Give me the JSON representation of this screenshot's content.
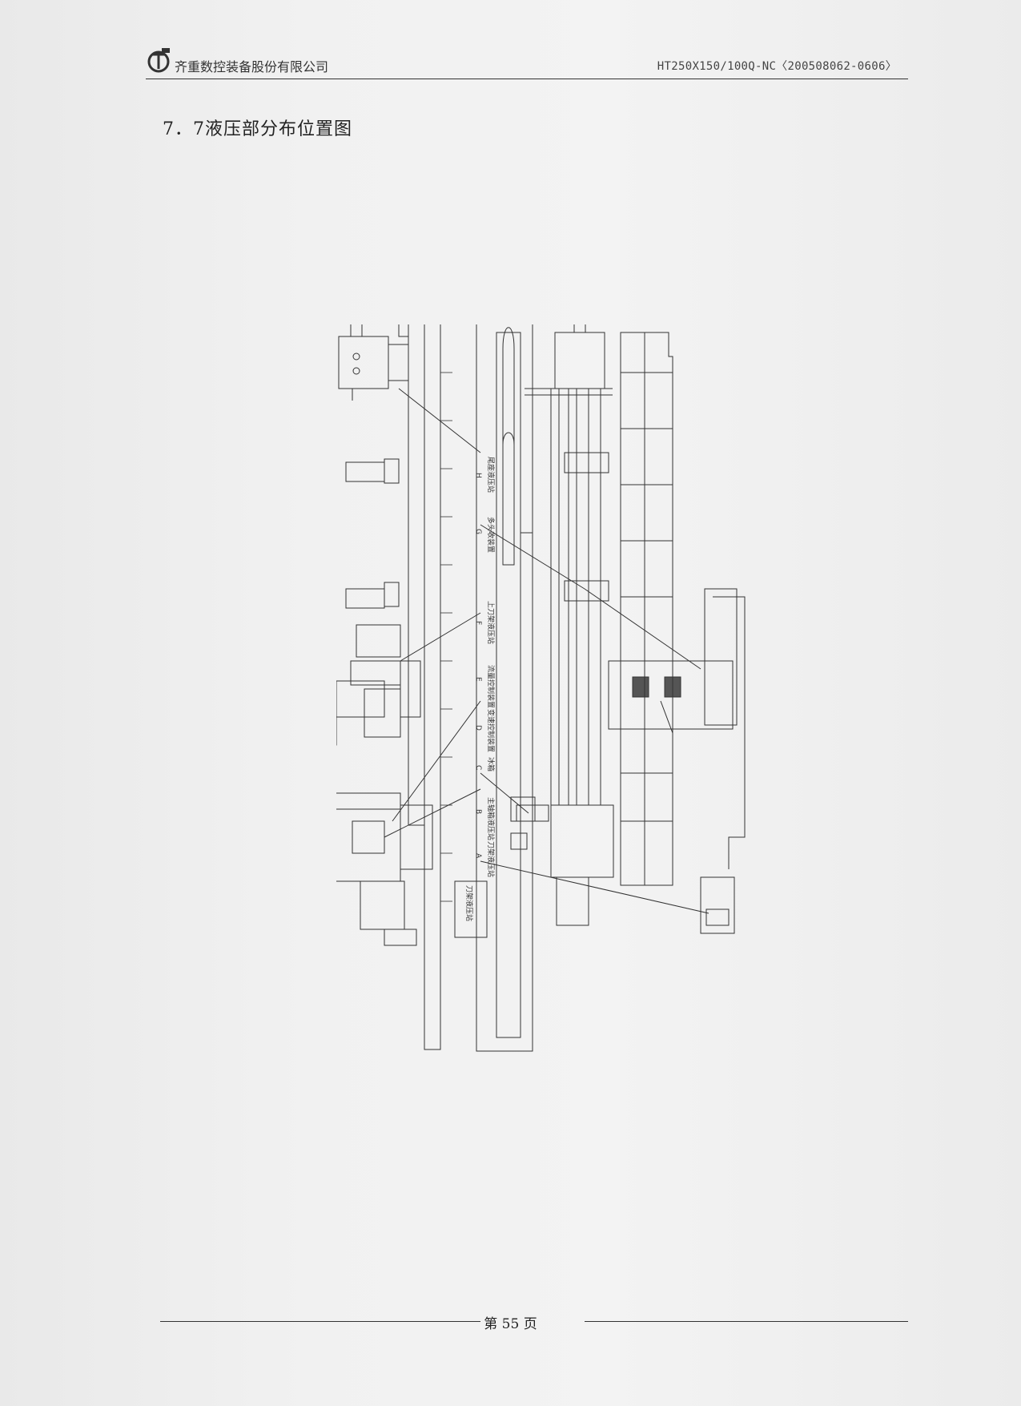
{
  "header": {
    "company": "齐重数控装备股份有限公司",
    "doc_no": "HT250X150/100Q-NC〈200508062-0606〉"
  },
  "section": {
    "title": "7．7液压部分布位置图"
  },
  "drawing": {
    "labels": [
      {
        "letter": "A",
        "text": "刀架液压站"
      },
      {
        "letter": "B",
        "text": "主轴箱液压站"
      },
      {
        "letter": "C",
        "text": "冰箱"
      },
      {
        "letter": "D",
        "text": "变速控制装置"
      },
      {
        "letter": "E",
        "text": "流量控制装置"
      },
      {
        "letter": "F",
        "text": "上刀架液压站"
      },
      {
        "letter": "G",
        "text": "多头收装置"
      },
      {
        "letter": "H",
        "text": "尾座液压站"
      }
    ],
    "box_label": "刀架液压站"
  },
  "footer": {
    "page": "第 55 页"
  }
}
